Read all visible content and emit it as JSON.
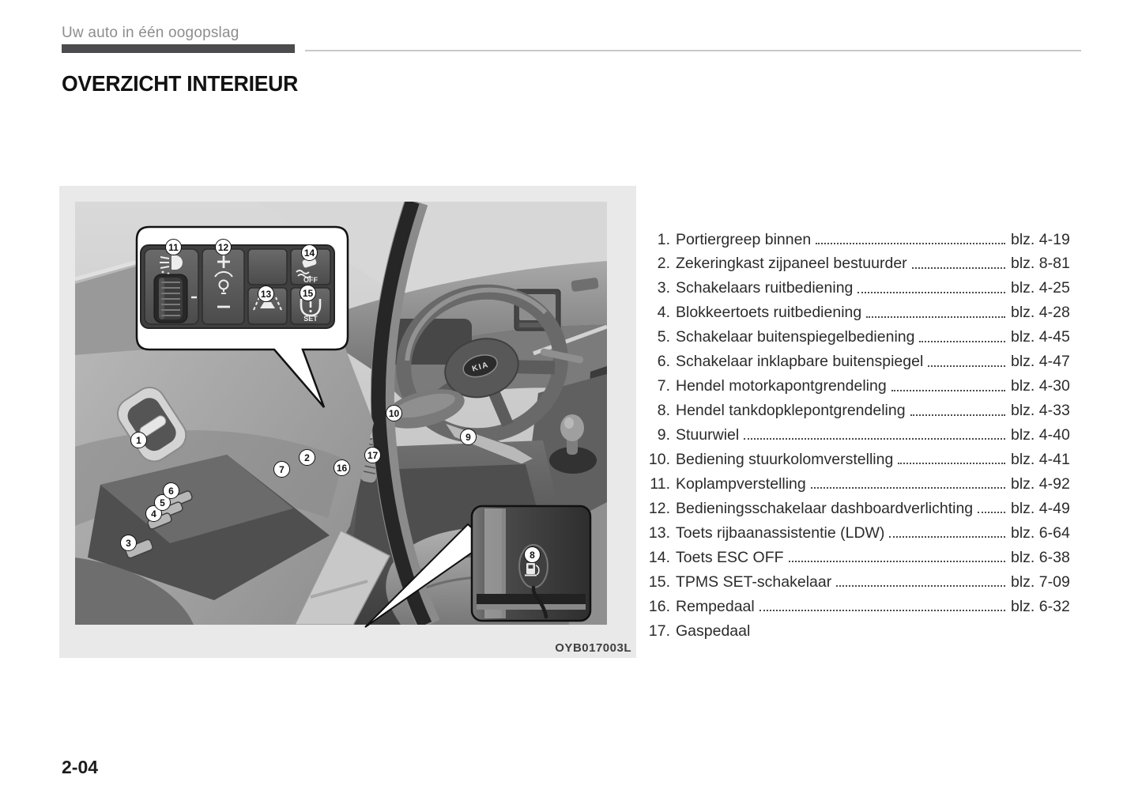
{
  "header": {
    "section_label": "Uw auto in één oogopslag"
  },
  "page": {
    "title": "OVERZICHT INTERIEUR",
    "number": "2-04"
  },
  "figure": {
    "caption": "OYB017003L",
    "brand_logo": "KIA",
    "panel": {
      "plus": "+",
      "minus": "−",
      "off_label": "OFF",
      "set_label": "SET"
    },
    "callouts": [
      {
        "num": "1"
      },
      {
        "num": "2"
      },
      {
        "num": "3"
      },
      {
        "num": "4"
      },
      {
        "num": "5"
      },
      {
        "num": "6"
      },
      {
        "num": "7"
      },
      {
        "num": "8"
      },
      {
        "num": "9"
      },
      {
        "num": "10"
      },
      {
        "num": "11"
      },
      {
        "num": "12"
      },
      {
        "num": "13"
      },
      {
        "num": "14"
      },
      {
        "num": "15"
      },
      {
        "num": "16"
      },
      {
        "num": "17"
      }
    ]
  },
  "toc": {
    "items": [
      {
        "num": "1.",
        "label": "Portiergreep binnen",
        "page": "blz. 4-19"
      },
      {
        "num": "2.",
        "label": "Zekeringkast zijpaneel bestuurder",
        "page": "blz. 8-81"
      },
      {
        "num": "3.",
        "label": "Schakelaars ruitbediening",
        "page": "blz. 4-25"
      },
      {
        "num": "4.",
        "label": "Blokkeertoets ruitbediening",
        "page": "blz. 4-28"
      },
      {
        "num": "5.",
        "label": "Schakelaar buitenspiegelbediening",
        "page": "blz. 4-45"
      },
      {
        "num": "6.",
        "label": "Schakelaar inklapbare buitenspiegel",
        "page": "blz. 4-47"
      },
      {
        "num": "7.",
        "label": "Hendel motorkapontgrendeling",
        "page": "blz. 4-30"
      },
      {
        "num": "8.",
        "label": "Hendel tankdopklepontgrendeling",
        "page": "blz. 4-33"
      },
      {
        "num": "9.",
        "label": "Stuurwiel",
        "page": "blz. 4-40"
      },
      {
        "num": "10.",
        "label": "Bediening stuurkolomverstelling",
        "page": "blz. 4-41"
      },
      {
        "num": "11.",
        "label": "Koplampverstelling",
        "page": "blz. 4-92"
      },
      {
        "num": "12.",
        "label": "Bedieningsschakelaar dashboardverlichting",
        "page": "blz. 4-49"
      },
      {
        "num": "13.",
        "label": "Toets rijbaanassistentie (LDW)",
        "page": "blz. 6-64"
      },
      {
        "num": "14.",
        "label": "Toets ESC OFF",
        "page": "blz. 6-38"
      },
      {
        "num": "15.",
        "label": "TPMS SET-schakelaar",
        "page": "blz. 7-09"
      },
      {
        "num": "16.",
        "label": "Rempedaal",
        "page": "blz. 6-32"
      },
      {
        "num": "17.",
        "label": "Gaspedaal",
        "page": ""
      }
    ]
  },
  "colors": {
    "accent_bar": "#4c4c4e",
    "photo_background": "#e9e9e9"
  }
}
